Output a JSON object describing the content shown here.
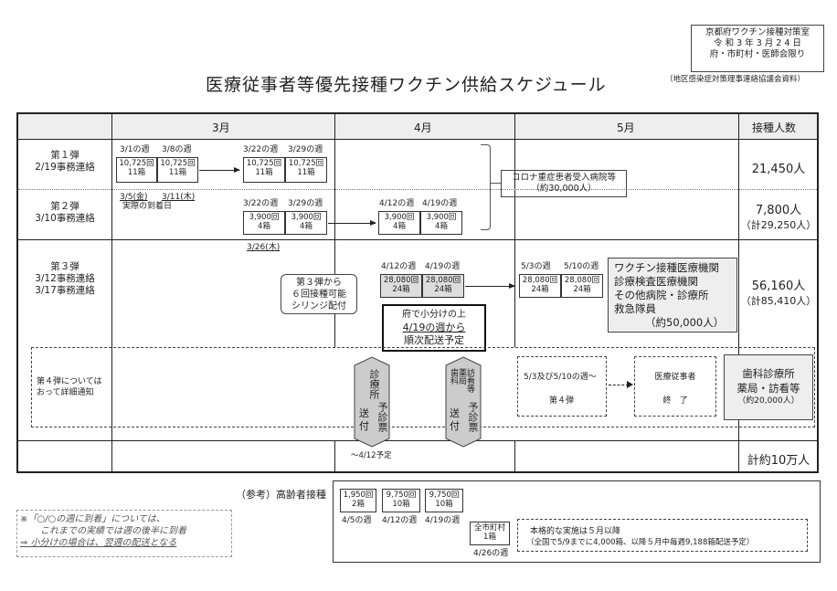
{
  "header": {
    "stamp_lines": [
      "京都府ワクチン接種対策室",
      "令 和 3 年 3 月 2 4 日",
      "府・市町村・医師会限り"
    ],
    "stamp_note": "（地区感染症対策理事連絡協議会資料）",
    "title": "医療従事者等優先接種ワクチン供給スケジュール"
  },
  "table": {
    "col_headers": [
      "3月",
      "4月",
      "5月",
      "接種人数"
    ],
    "rows": [
      {
        "label1": "第１弾",
        "label2": "2/19事務連絡",
        "count": "21,450人",
        "count2": ""
      },
      {
        "label1": "第２弾",
        "label2": "3/10事務連絡",
        "count": "7,800人",
        "count2": "（計29,250人）"
      },
      {
        "label1": "第３弾",
        "label2": "3/12事務連絡",
        "label3": "3/17事務連絡",
        "count": "56,160人",
        "count2": "（計85,410人）"
      },
      {
        "label1": "第４弾については",
        "label2": "おって詳細通知"
      },
      {
        "total": "計約10万人"
      }
    ]
  },
  "r1": {
    "w1": "3/1の週",
    "w2": "3/8の週",
    "w3": "3/22の週",
    "w4": "3/29の週",
    "box1a": "10,725回",
    "box1b": "11箱",
    "box2a": "10,725回",
    "box2b": "11箱",
    "box3a": "10,725回",
    "box3b": "11箱",
    "box4a": "10,725回",
    "box4b": "11箱",
    "covid1": "コロナ重症患者受入病院等",
    "covid2": "（約30,000人）"
  },
  "r2": {
    "w1": "3/5(金)",
    "w2": "3/11(木)",
    "note": "実際の到着日",
    "w3": "3/22の週",
    "w4": "3/29の週",
    "b1a": "3,900回",
    "b1b": "4箱",
    "b2a": "3,900回",
    "b2b": "4箱",
    "w5": "4/12の週",
    "w6": "4/19の週",
    "b3a": "3,900回",
    "b3b": "4箱",
    "b4a": "3,900回",
    "b4b": "4箱"
  },
  "r3": {
    "date": "3/26(木)",
    "callout1": "第３弾から",
    "callout2": "６回接種可能",
    "callout3": "シリンジ配付",
    "w1": "4/12の週",
    "w2": "4/19の週",
    "b1a": "28,080回",
    "b1b": "24箱",
    "b2a": "28,080回",
    "b2b": "24箱",
    "w3": "5/3の週",
    "w4": "5/10の週",
    "b3a": "28,080回",
    "b3b": "24箱",
    "b4a": "28,080回",
    "b4b": "24箱",
    "target1": "ワクチン接種医療機関",
    "target2": "診療検査医療機関",
    "target3": "その他病院・診療所",
    "target4": "救急隊員",
    "target5": "（約50,000人）",
    "split1": "府で小分けの上",
    "split2": "4/19の週から",
    "split3": "順次配送予定"
  },
  "r4": {
    "clinic_top": "診療所",
    "clinic_bottom1": "送",
    "clinic_bottom2": "付",
    "clinic_bottom3": "予診票",
    "pharm_top1": "歯科",
    "pharm_top2": "薬局",
    "pharm_top3": "訪看等",
    "pharm_bottom1": "送",
    "pharm_bottom2": "付",
    "pharm_bottom3": "予診票",
    "due": "～4/12予定",
    "wave4_1": "5/3及び5/10の週～",
    "wave4_2": "第４弾",
    "staff1": "医療従事者",
    "staff2": "終　了",
    "dental1": "歯科診療所",
    "dental2": "薬局・訪看等",
    "dental3": "（約20,000人）"
  },
  "elderly": {
    "label": "（参考）高齢者接種",
    "b1a": "1,950回",
    "b1b": "2箱",
    "b2a": "9,750回",
    "b2b": "10箱",
    "b3a": "9,750回",
    "b3b": "10箱",
    "w1": "4/5の週",
    "w2": "4/12の週",
    "w3": "4/19の週",
    "city1": "全市町村",
    "city2": "1箱",
    "w4": "4/26の週",
    "note1": "本格的な実施は５月以降",
    "note2": "（全国で5/9までに4,000箱、以降５月中毎週9,188箱配送予定）"
  },
  "footnote": {
    "line1": "※「○/○の週に到着」については、",
    "line2": "これまでの実績では週の後半に到着",
    "line3": "⇒ 小分けの場合は、翌週の配送となる"
  }
}
